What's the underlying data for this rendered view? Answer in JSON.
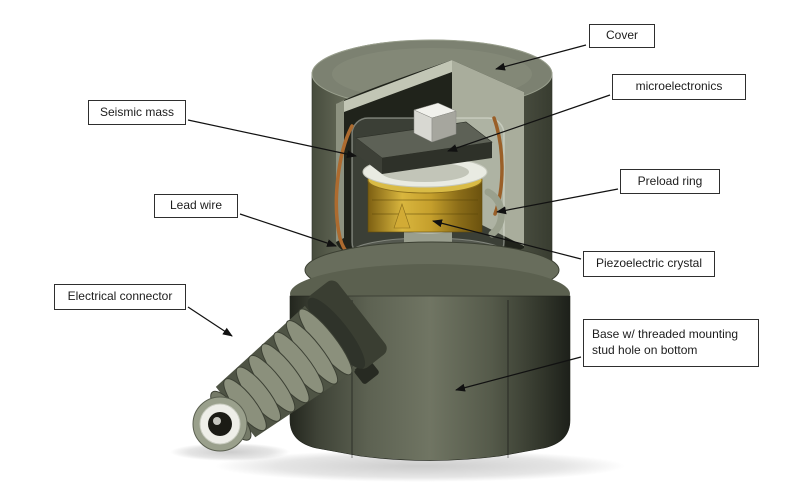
{
  "diagram": {
    "labels": [
      {
        "id": "cover",
        "text": "Cover"
      },
      {
        "id": "microelectronics",
        "text": "microelectronics"
      },
      {
        "id": "seismic-mass",
        "text": "Seismic mass"
      },
      {
        "id": "preload-ring",
        "text": "Preload ring"
      },
      {
        "id": "lead-wire",
        "text": "Lead wire"
      },
      {
        "id": "piezoelectric-crystal",
        "text": "Piezoelectric crystal"
      },
      {
        "id": "electrical-connector",
        "text": "Electrical connector"
      },
      {
        "id": "base",
        "text": "Base w/ threaded mounting stud hole on bottom"
      }
    ],
    "colors": {
      "background": "#ffffff",
      "label_border": "#2e2e2e",
      "housing_olive": "#6f7463",
      "crystal_gold": "#c9a227",
      "copper_wire": "#ad6b2f",
      "arrow": "#111111"
    }
  }
}
